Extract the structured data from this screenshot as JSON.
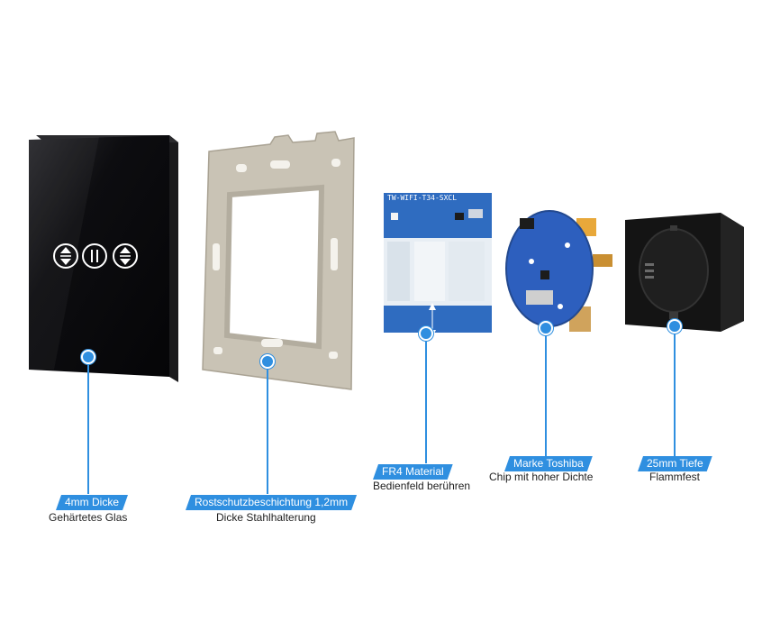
{
  "components": [
    {
      "id": "glass-panel",
      "icons": [
        "blind-up-icon",
        "pause-icon",
        "blind-down-icon"
      ]
    },
    {
      "id": "steel-frame"
    },
    {
      "id": "pcb-board",
      "pcb_label": "TW-WIFI-T34-SXCL"
    },
    {
      "id": "chip-board"
    },
    {
      "id": "socket-box"
    }
  ],
  "callouts": [
    {
      "tag": "4mm Dicke",
      "description": "Gehärtetes Glas"
    },
    {
      "tag": "Rostschutzbeschichtung 1,2mm",
      "description": "Dicke Stahlhalterung"
    },
    {
      "tag": "FR4 Material",
      "description": "Bedienfeld berühren"
    },
    {
      "tag": "Marke Toshiba",
      "description": "Chip mit hoher Dichte"
    },
    {
      "tag": "25mm Tiefe",
      "description": "Flammfest"
    }
  ],
  "colors": {
    "accent": "#2f8fe0",
    "panel": "#0b0b0d",
    "frame": "#c9c3b5",
    "pcb": "#2f6cc0"
  }
}
